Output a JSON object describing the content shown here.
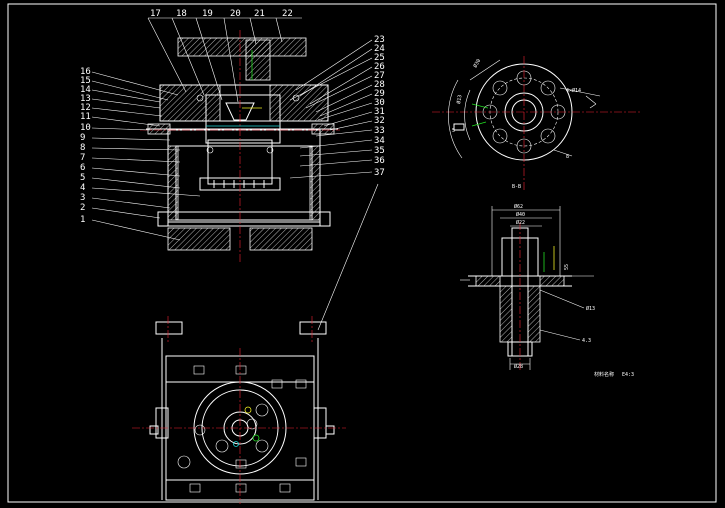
{
  "left_balloons": [
    "16",
    "15",
    "14",
    "13",
    "12",
    "11",
    "10",
    "9",
    "8",
    "7",
    "6",
    "5",
    "4",
    "3",
    "2",
    "1"
  ],
  "top_balloons": [
    "17",
    "18",
    "19",
    "20",
    "21",
    "22"
  ],
  "right_balloons": [
    "23",
    "24",
    "25",
    "26",
    "27",
    "28",
    "29",
    "30",
    "31",
    "32",
    "33",
    "34",
    "35",
    "36",
    "37"
  ],
  "section_label": "B-B",
  "dims": {
    "d1": "Ø30",
    "d2": "Ø13",
    "d3": "5",
    "d4": "4×Ø14",
    "d5": "8",
    "w1": "Ø62",
    "w2": "Ø40",
    "w3": "Ø22",
    "w4": "55",
    "w5": "Ø28",
    "l1": "Ø13",
    "l2": "4.3"
  },
  "small_caption_left": "材料名称",
  "small_caption_right": "E4:3"
}
